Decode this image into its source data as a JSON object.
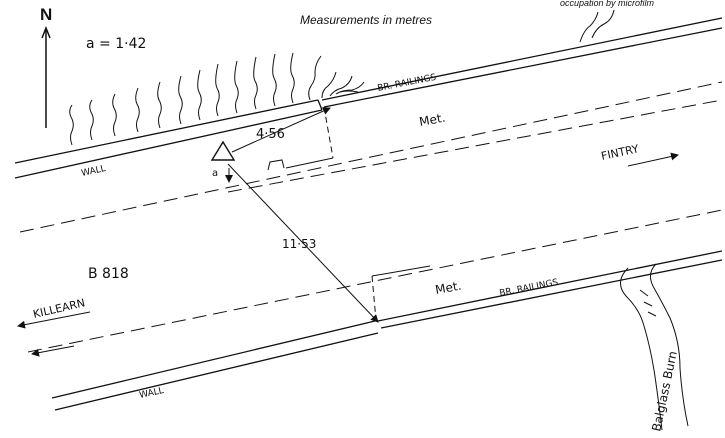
{
  "header": {
    "north_label": "N",
    "title": "Measurements in metres",
    "corner_note": "occupation by microfilm",
    "note_a": "a = 1·42"
  },
  "road": {
    "number": "B 818",
    "to_east": "FINTRY",
    "to_west": "KILLEARN",
    "metalled_north": "Met.",
    "metalled_south": "Met."
  },
  "boundaries": {
    "wall_north": "WALL",
    "wall_south": "WALL",
    "railings_north": "BR. RAILINGS",
    "railings_south": "BR. RAILINGS"
  },
  "station": {
    "label": "a"
  },
  "measurements": {
    "to_north_railings": "4·56",
    "to_south_railings": "11·53"
  },
  "stream": {
    "name": "Balglass Burn"
  }
}
